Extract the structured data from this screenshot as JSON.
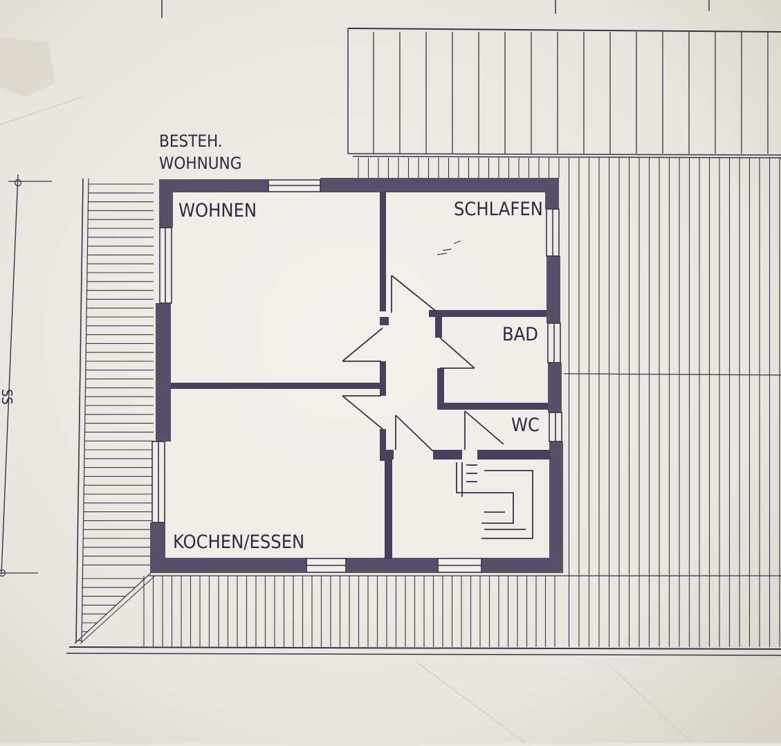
{
  "plan": {
    "header_line1": "BESTEH.",
    "header_line2": "WOHNUNG",
    "dimension_text": "SS",
    "rooms": {
      "wohnen": "WOHNEN",
      "schlafen": "SCHLAFEN",
      "bad": "BAD",
      "wc": "WC",
      "kochen_essen": "KOCHEN/ESSEN"
    }
  },
  "colors": {
    "paper": "#e9e6df",
    "ink": "#3a3148",
    "wall": "#5a4f6b"
  }
}
